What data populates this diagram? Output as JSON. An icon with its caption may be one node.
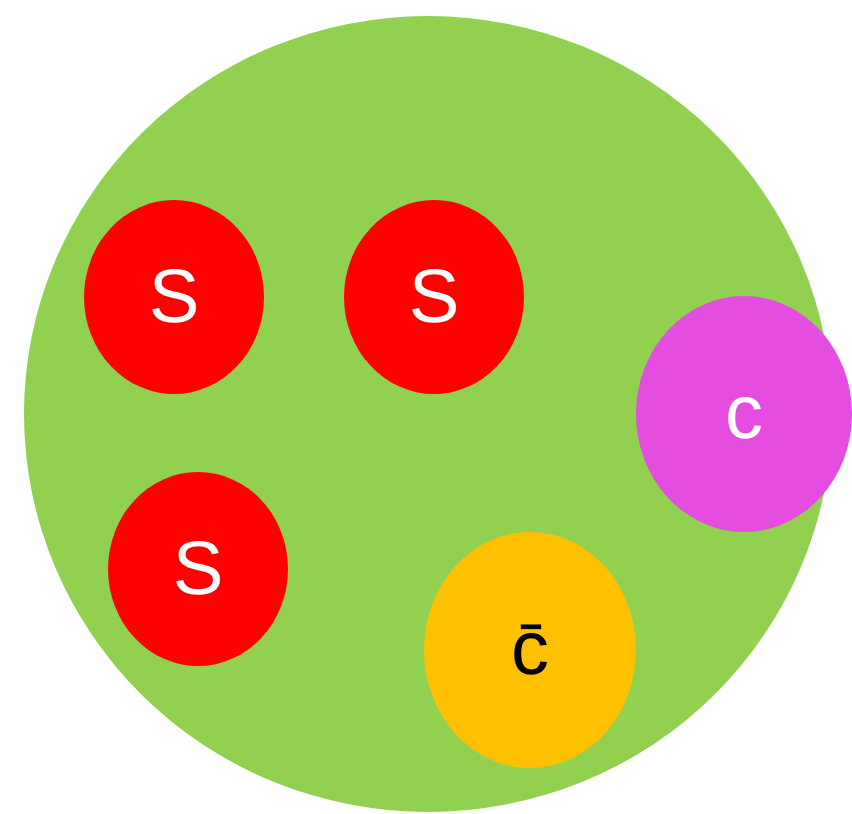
{
  "diagram": {
    "nodes": [
      {
        "text": [],
        "shape": "circle"
      },
      {
        "text": [
          "S"
        ],
        "in": 0
      },
      {
        "text": [
          "S"
        ],
        "in": 0
      },
      {
        "text": [
          "c"
        ],
        "in": 0
      },
      {
        "text": [
          "S"
        ],
        "in": 0
      },
      {
        "text": [
          "c̄"
        ],
        "in": 0
      }
    ],
    "edges": []
  }
}
